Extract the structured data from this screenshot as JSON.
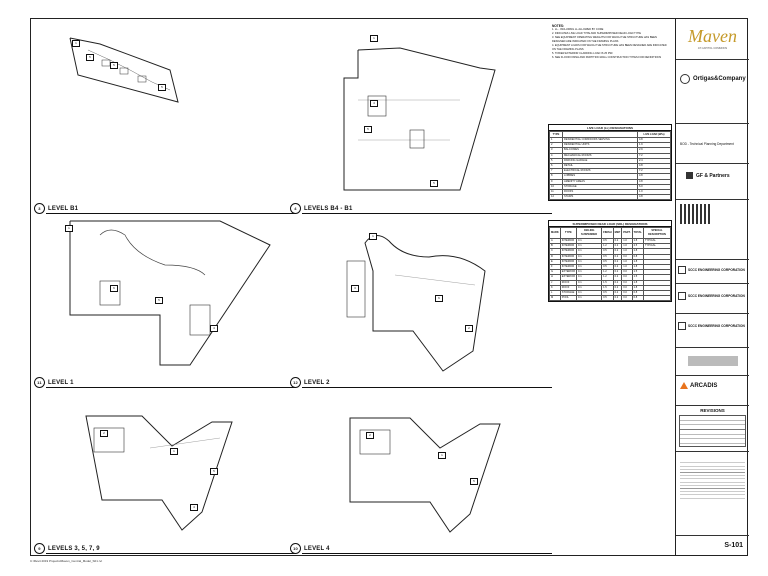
{
  "levels": [
    {
      "num": "3",
      "label": "LEVEL B1"
    },
    {
      "num": "4",
      "label": "LEVELS B4 - B1"
    },
    {
      "num": "11",
      "label": "LEVEL 1"
    },
    {
      "num": "12",
      "label": "LEVEL 2"
    },
    {
      "num": "9",
      "label": "LEVELS 3, 5, 7, 9"
    },
    {
      "num": "10",
      "label": "LEVEL 4"
    }
  ],
  "notes": {
    "title": "NOTES:",
    "items": [
      "1. LL - INCLUDING LL ALLOWED BY CODE",
      "2. INDICATES LIVE LOAD TYPE AND SUPERIMPOSED DEAD LOAD TYPE",
      "3. SEE EQUIPMENT OPERATING WEIGHTS FOR WHICH THE STRUCTURE HAS BEEN DESIGNED ARE INDICATED ON THE FRAMING PLANS",
      "4. EQUIPMENT LOADS FOR WHICH THE STRUCTURE HAS BEEN DESIGNED ARE INDICATED ON THE FRAMING PLANS",
      "5. TOWER EXTERIOR CLADDING LOAD IS 25 PSF",
      "6. SEE FLOOR FINISH AND PARTITION WALL CONSTRUCTION TYPES FOR DEFINITIONS"
    ]
  },
  "live_table": {
    "title": "LIVE LOAD (LL) DESIGNATIONS",
    "columns": [
      "TYPE",
      "",
      "LIVE LOAD (kPa)"
    ],
    "rows": [
      [
        "1",
        "RESIDENTIAL CORRIDORS SERVING",
        "4.8"
      ],
      [
        "2",
        "RESIDENTIAL UNITS",
        "1.9"
      ],
      [
        "3",
        "BALCONIES",
        "2.9"
      ],
      [
        "4",
        "MECHANICAL ROOMS",
        "7.2"
      ],
      [
        "5",
        "PARKING GARAGE",
        "2.4"
      ],
      [
        "6",
        "RETAIL",
        "4.8"
      ],
      [
        "7",
        "ELECTRICAL ROOMS",
        "7.2"
      ],
      [
        "8",
        "LOBBIES",
        "4.8"
      ],
      [
        "9",
        "AMENITY AREAS",
        "4.8"
      ],
      [
        "10",
        "STORAGE",
        "6.0"
      ],
      [
        "11",
        "ROOFS",
        "1.0"
      ],
      [
        "12",
        "STAIRS",
        "4.8"
      ]
    ]
  },
  "sdl_table": {
    "title": "SUPERIMPOSED DEAD LOAD (SDL) DESIGNATIONS",
    "columns": [
      "MARK",
      "TYPE",
      "CEILING SUSPENDED",
      "FINISH",
      "MEP",
      "PART.",
      "TOTAL",
      "SPECIAL DESCRIPTION"
    ],
    "rows": [
      [
        "A",
        "INTERIOR",
        "0.1",
        "0.5",
        "0.2",
        "1.0",
        "1.8",
        "TYPICAL"
      ],
      [
        "B",
        "INTERIOR",
        "0.1",
        "1.2",
        "0.2",
        "1.0",
        "2.5",
        "TYPICAL"
      ],
      [
        "C",
        "INTERIOR",
        "0.1",
        "0.5",
        "0.2",
        "1.0",
        "1.8",
        ""
      ],
      [
        "D",
        "INTERIOR",
        "0.1",
        "0.5",
        "0.2",
        "0.0",
        "0.8",
        ""
      ],
      [
        "E",
        "INTERIOR",
        "0.1",
        "0.5",
        "0.2",
        "1.0",
        "1.8",
        ""
      ],
      [
        "F",
        "INTERIOR",
        "0.1",
        "0.5",
        "0.2",
        "1.0",
        "1.8",
        ""
      ],
      [
        "G",
        "EXTERIOR",
        "0.1",
        "1.2",
        "0.2",
        "0.0",
        "1.5",
        ""
      ],
      [
        "H",
        "EXTERIOR",
        "0.1",
        "1.2",
        "0.2",
        "0.0",
        "1.5",
        ""
      ],
      [
        "J",
        "ROOF",
        "0.1",
        "1.5",
        "0.2",
        "0.0",
        "1.8",
        ""
      ],
      [
        "K",
        "ROOF",
        "0.1",
        "1.5",
        "0.2",
        "0.0",
        "1.8",
        ""
      ],
      [
        "L",
        "STORAGE",
        "0.1",
        "0.5",
        "0.2",
        "0.0",
        "0.8",
        ""
      ],
      [
        "M",
        "POOL",
        "0.1",
        "0.5",
        "0.2",
        "0.0",
        "0.8",
        ""
      ]
    ]
  },
  "title_block": {
    "project_brand": "Maven",
    "project_sub": "AT CAPITOL COMMONS",
    "owner": "Ortigas&Company",
    "dept": "BOD - Technical Planning Department",
    "architect": "GF & Partners",
    "eng1": "SCCC ENGINEERING CORPORATION",
    "eng2": "SCCC ENGINEERING CORPORATION",
    "eng3": "SCCC ENGINEERING CORPORATION",
    "arcadis": "ARCADIS",
    "revisions": "REVISIONS",
    "sheet_number": "S-101"
  },
  "footer": "C:\\Revit 2019 Projects\\Maven_Central_Model_S01.rvt"
}
